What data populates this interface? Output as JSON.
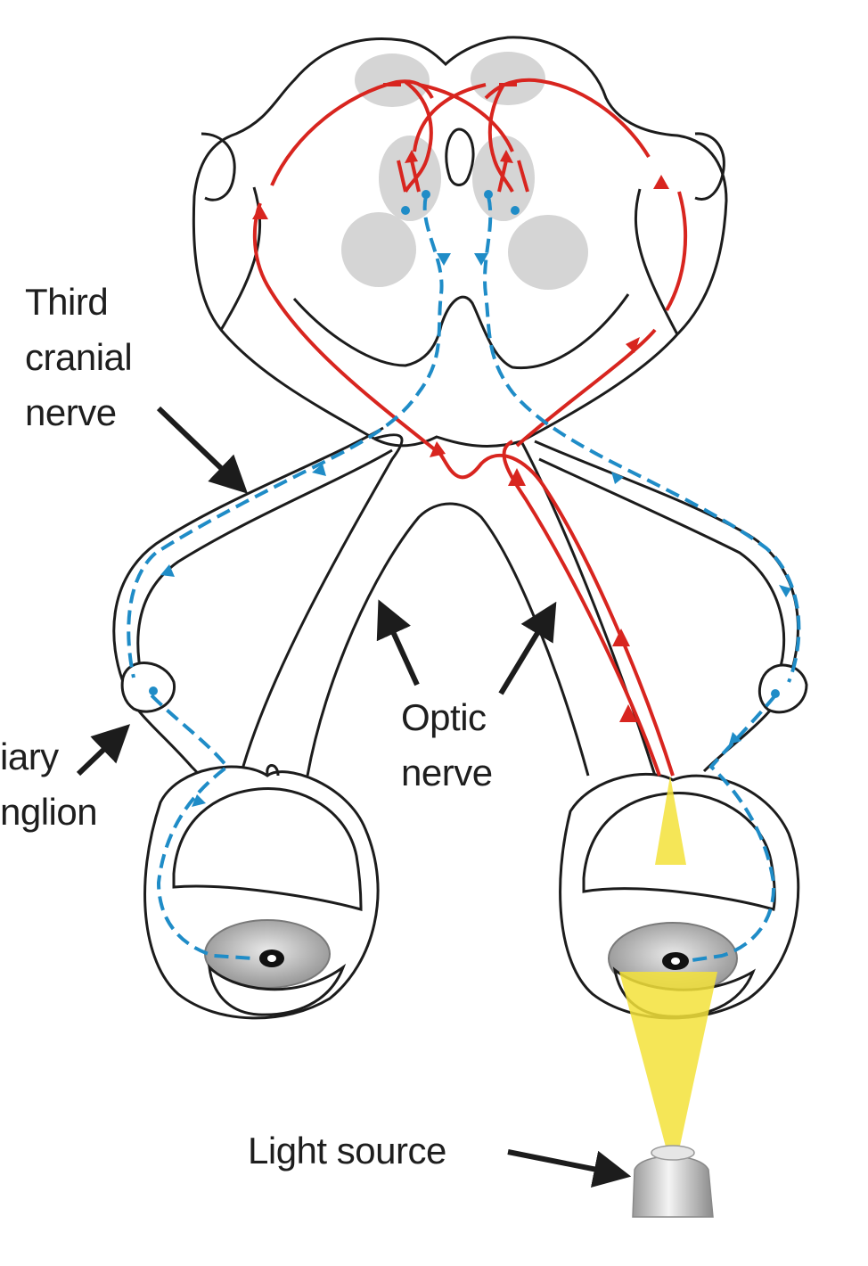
{
  "labels": {
    "third_cranial_nerve": [
      "Third",
      "cranial",
      "nerve"
    ],
    "ciliary_ganglion": [
      "iary",
      "nglion"
    ],
    "optic_nerve": [
      "Optic",
      "nerve"
    ],
    "light_source": "Light source"
  },
  "colors": {
    "outline": "#1c1c1c",
    "afferent_pathway": "#d8251f",
    "efferent_pathway": "#1f8cc7",
    "nucleus_fill": "#d5d5d5",
    "light_beam": "#f3e23a",
    "arrow": "#1c1c1c"
  },
  "icons": {
    "light_source": "flashlight-icon"
  }
}
